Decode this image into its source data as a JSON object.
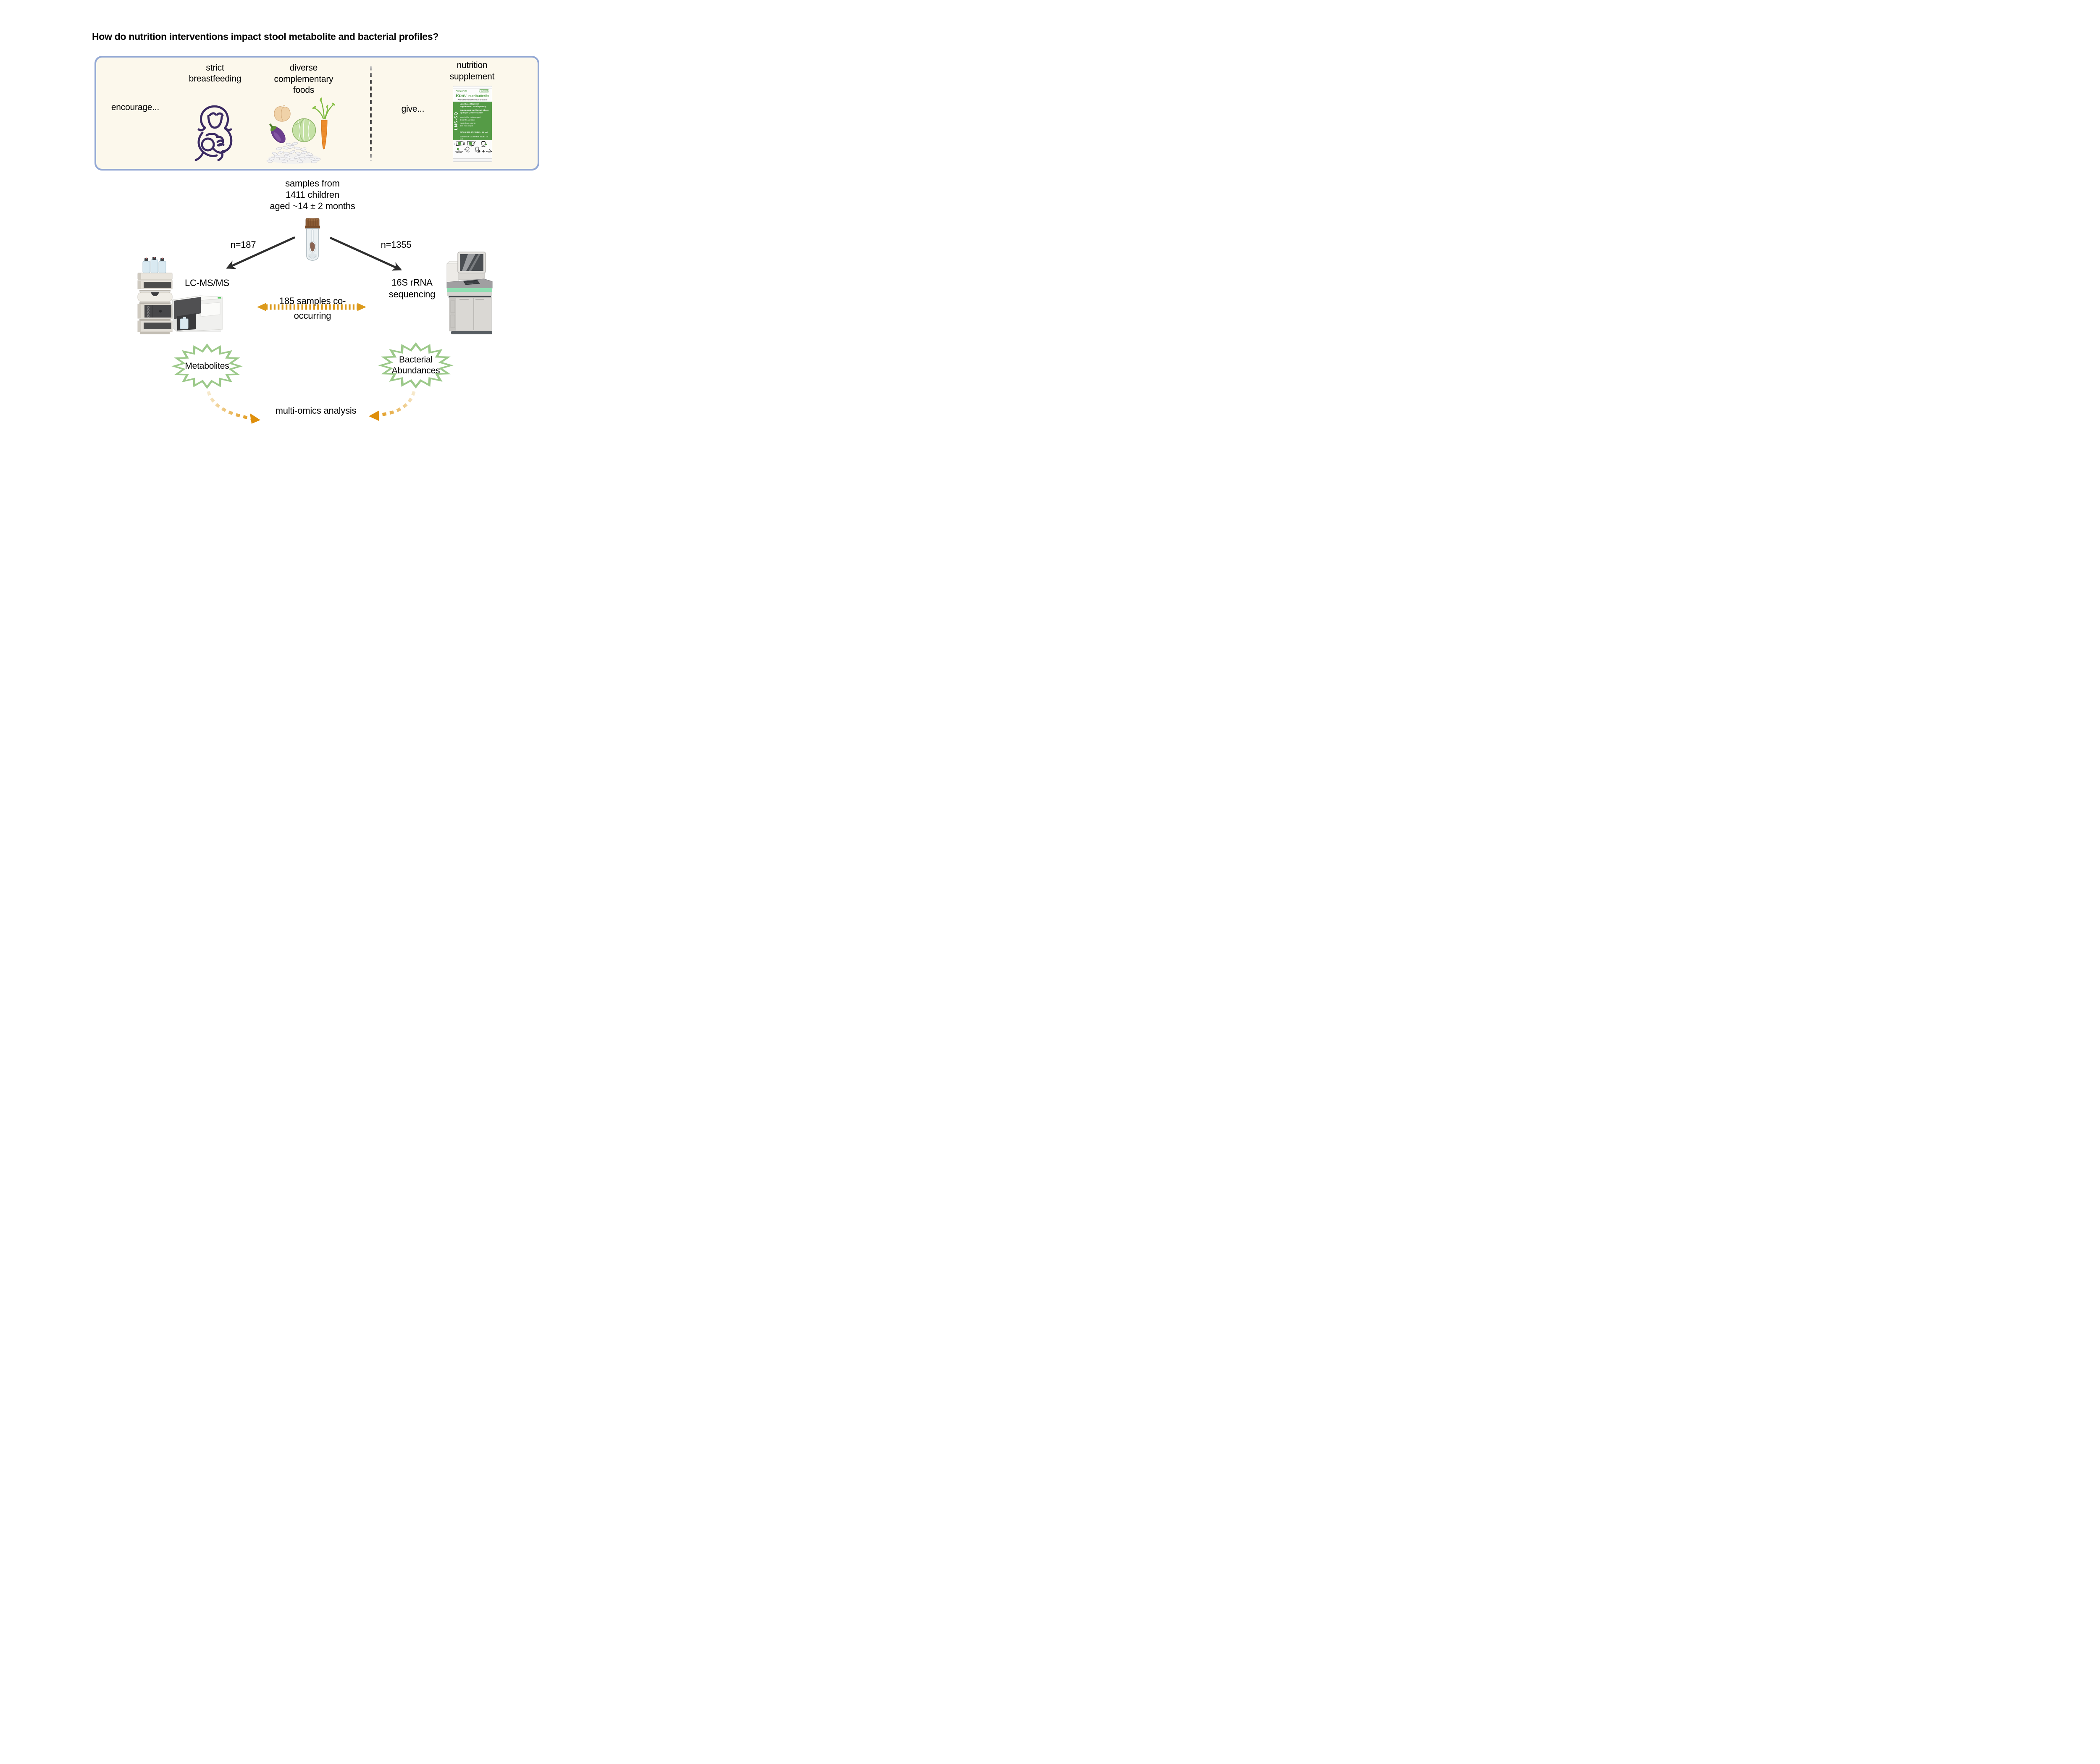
{
  "title": "How do nutrition interventions impact stool metabolite and bacterial profiles?",
  "intervention_box": {
    "encourage_label": "encourage...",
    "give_label": "give...",
    "strict_breastfeeding_label": "strict\nbreastfeeding",
    "diverse_foods_label": "diverse\ncomplementary\nfoods",
    "nutrition_supplement_label": "nutrition\nsupplement",
    "food_icons": [
      "chickpea",
      "eggplant",
      "cabbage",
      "carrot",
      "rice"
    ],
    "sachet": {
      "brand_left": "PlumpyField",
      "brand_right": "nutriset",
      "product_script": "Enov",
      "product_rest": "nutributter®+",
      "subtitle": "Peanut formula / Formule arachide",
      "side_label": "LNS-SQ",
      "desc_en": "Lipid-based Nutrient\nSupplement - Small Quantity",
      "desc_fr": "Supplément nutritionnel à base\nlipidique - petite quantité",
      "audience_en": "Intended for children aged\n6 months and older",
      "audience_fr": "Destiné aux enfants\nde 6 mois et plus",
      "dosage_en": "EAT ONE SACHET PER DAY = 118 kcal",
      "dosage_fr": "MANGER UN SACHET PAR JOUR = 118 kcal"
    }
  },
  "sample_source": {
    "label": "samples from\n1411 children\naged ~14 ± 2 months",
    "icon": "stool-sample-tube"
  },
  "branches": {
    "left": {
      "n_label": "n=187",
      "method_label": "LC-MS/MS",
      "icon": "lc-ms-instrument",
      "output_label": "Metabolites"
    },
    "right": {
      "n_label": "n=1355",
      "method_label": "16S rRNA\nsequencing",
      "icon": "dna-sequencer-instrument",
      "output_label": "Bacterial\nAbundances"
    }
  },
  "cooccurrence": {
    "line1": "185 samples co-",
    "line2": "occurring"
  },
  "analysis": {
    "label": "multi-omics analysis"
  },
  "colors": {
    "box_border": "#93A8D4",
    "box_fill": "#FCF8EC",
    "starburst_green": "#9CC98A",
    "arrow_orange": "#DC9A1C",
    "arrow_black": "#2E2E2E",
    "sachet_green": "#559B46",
    "breastfeeding_icon_purple": "#3B2A63",
    "sequencer_mint": "#8FDFB2"
  }
}
